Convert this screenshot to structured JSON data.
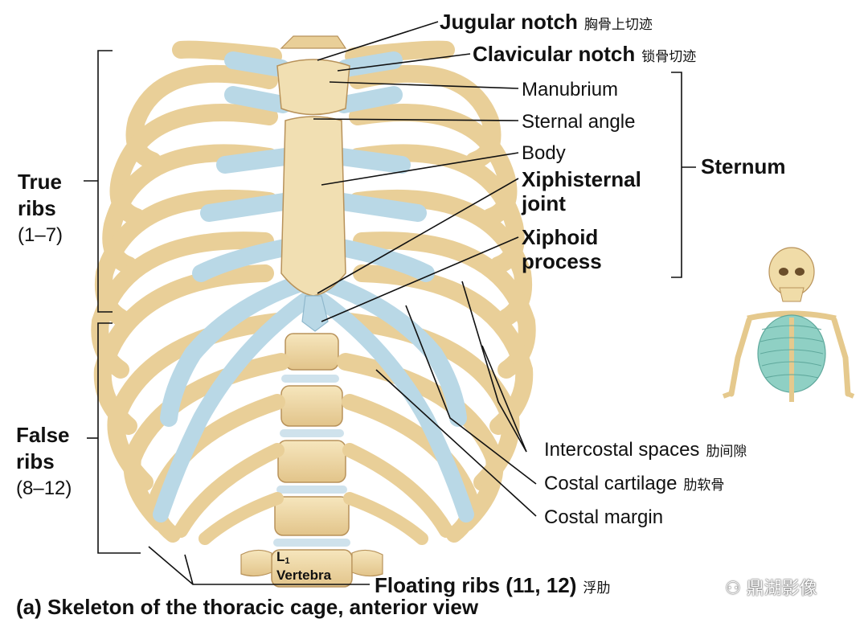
{
  "labels": {
    "jugular_notch": {
      "en": "Jugular notch",
      "cn": "胸骨上切迹"
    },
    "clavicular_notch": {
      "en": "Clavicular notch",
      "cn": "锁骨切迹"
    },
    "manubrium": "Manubrium",
    "sternal_angle": "Sternal angle",
    "body": "Body",
    "xiphisternal_joint": [
      "Xiphisternal",
      "joint"
    ],
    "xiphoid_process": [
      "Xiphoid",
      "process"
    ],
    "sternum": "Sternum",
    "true_ribs": [
      "True",
      "ribs",
      "(1–7)"
    ],
    "false_ribs": [
      "False",
      "ribs",
      "(8–12)"
    ],
    "intercostal_spaces": {
      "en": "Intercostal spaces",
      "cn": "肋间隙"
    },
    "costal_cartilage": {
      "en": "Costal cartilage",
      "cn": "肋软骨"
    },
    "costal_margin": "Costal margin",
    "floating_ribs": {
      "en": "Floating ribs (11, 12)",
      "cn": "浮肋"
    },
    "vertebra": {
      "prefix": "L",
      "sub": "1",
      "name": "Vertebra"
    }
  },
  "caption": "(a) Skeleton of the thoracic cage, anterior view",
  "watermark": "鼎湖影像",
  "colors": {
    "bone": "#efd9a6",
    "bone_dark": "#c9a56a",
    "cartilage": "#b9d8e6",
    "cartilage_dark": "#8fb8cc",
    "disc": "#cfe2ec",
    "ink": "#111111",
    "mini_rib": "#7ec8c0"
  }
}
